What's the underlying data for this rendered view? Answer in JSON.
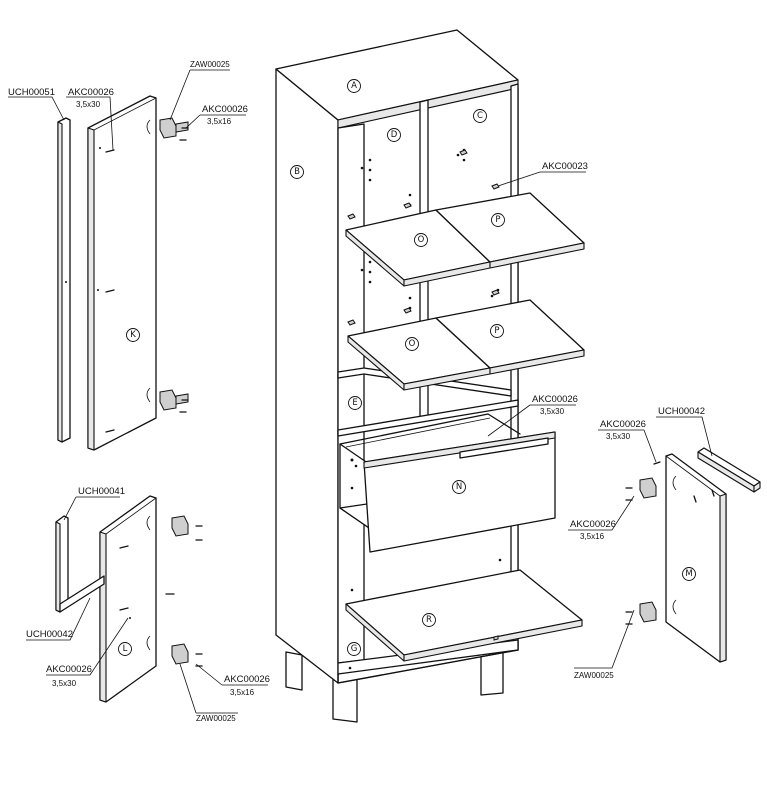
{
  "parts": {
    "A": "A",
    "B": "B",
    "C": "C",
    "D": "D",
    "E": "E",
    "G": "G",
    "K": "K",
    "L": "L",
    "M": "M",
    "N": "N",
    "O": "O",
    "P": "P",
    "R": "R"
  },
  "labels": {
    "uch00051": "UCH00051",
    "akc00026_k_code": "AKC00026",
    "akc00026_k_size": "3,5x30",
    "zaw00025_top": "ZAW00025",
    "akc00026_hinge_code": "AKC00026",
    "akc00026_hinge_size": "3,5x16",
    "akc00023": "AKC00023",
    "akc00026_drawer_code": "AKC00026",
    "akc00026_drawer_size": "3,5x30",
    "uch00042_right": "UCH00042",
    "akc00026_m_code": "AKC00026",
    "akc00026_m_size": "3,5x30",
    "akc00026_m_hinge_code": "AKC00026",
    "akc00026_m_hinge_size": "3,5x16",
    "zaw00025_right": "ZAW00025",
    "uch00041": "UCH00041",
    "uch00042_left": "UCH00042",
    "akc00026_l_code": "AKC00026",
    "akc00026_l_size": "3,5x30",
    "akc00026_l_hinge_code": "AKC00026",
    "akc00026_l_hinge_size": "3,5x16",
    "zaw00025_bottom": "ZAW00025"
  }
}
